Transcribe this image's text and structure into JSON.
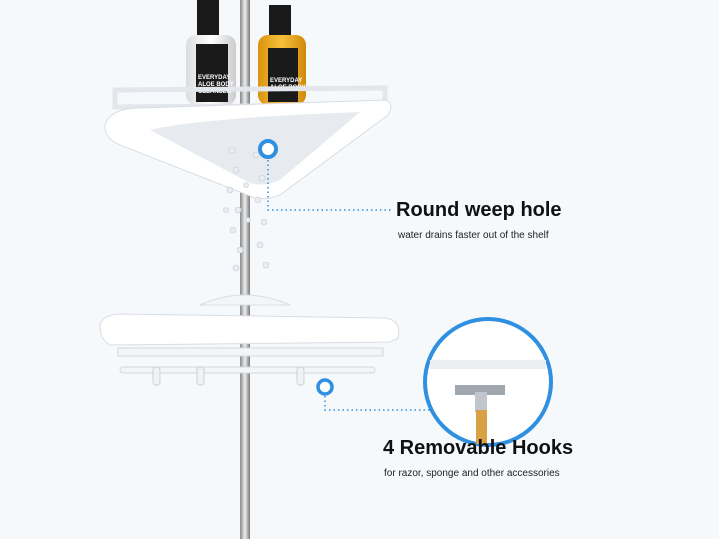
{
  "product_labels": {
    "bottle_left": "EVERYDAY ALOE BODY CLEANSER",
    "bottle_right": "EVERYDAY ALOE BODY"
  },
  "features": [
    {
      "title": "Round weep hole",
      "subtitle": "water drains faster out of the shelf"
    },
    {
      "title": "4 Removable Hooks",
      "subtitle": "for razor, sponge and other accessories"
    }
  ],
  "colors": {
    "accent": "#2f8fe0",
    "background": "#f6f9fc",
    "bottle_yellow": "#f0b01e"
  }
}
